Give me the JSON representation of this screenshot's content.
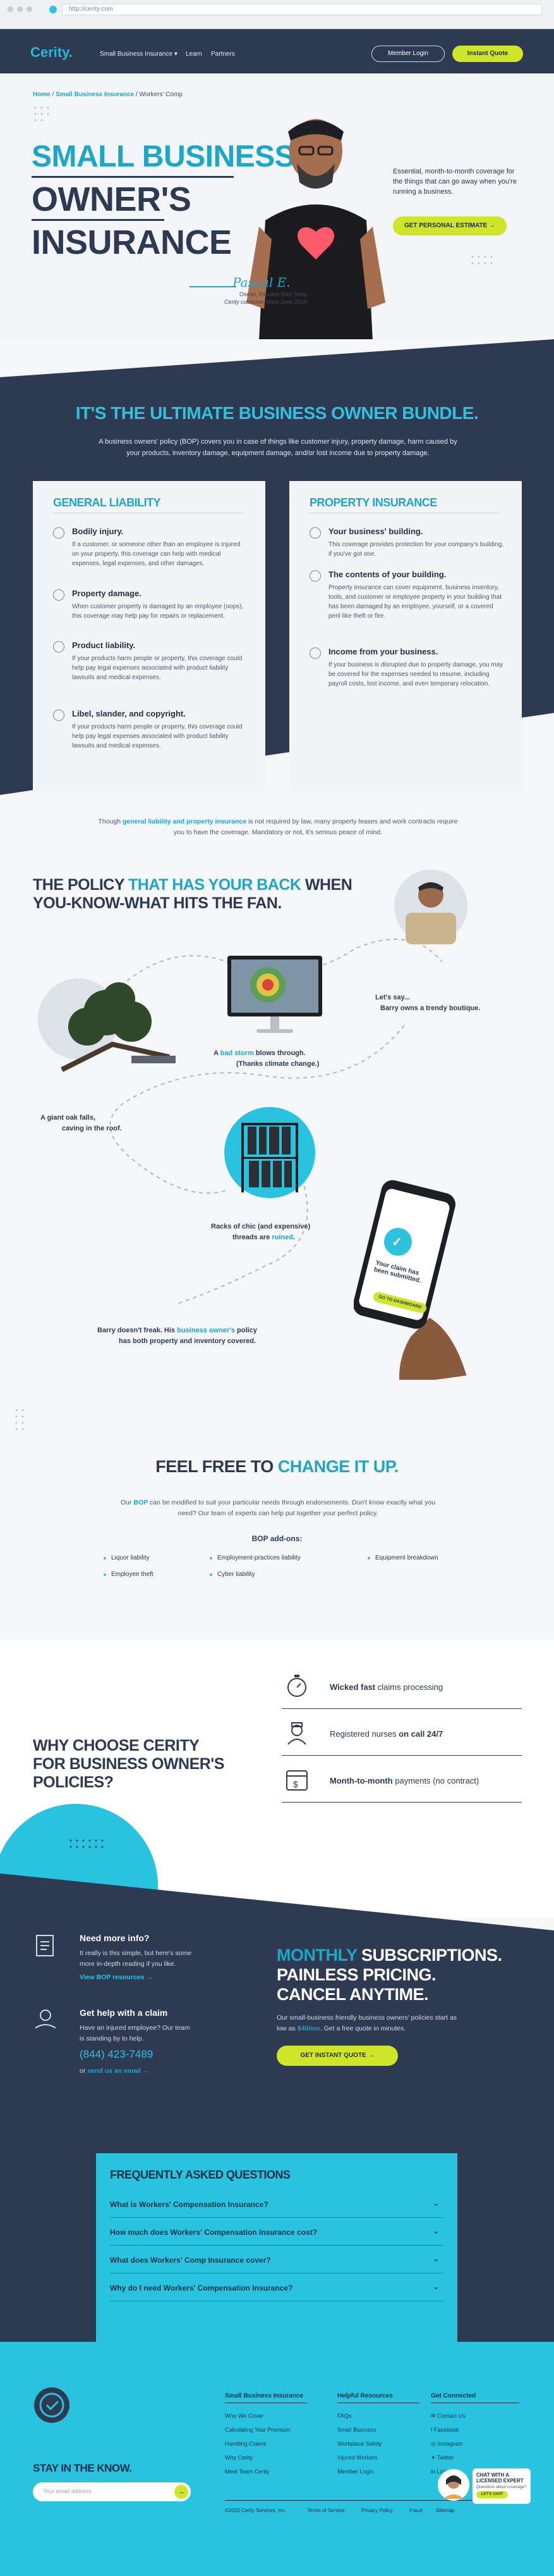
{
  "browser": {
    "url": "http://cerity.com"
  },
  "nav": {
    "logo": "Cerity.",
    "links": [
      "Small Business Insurance ▾",
      "Learn",
      "Partners"
    ],
    "member_login": "Member Login",
    "instant_quote": "Instant Quote"
  },
  "breadcrumb": {
    "items": [
      "Home",
      "Small Business Insurance",
      "Workers' Comp"
    ],
    "sep": "/"
  },
  "hero": {
    "title_line1": "SMALL BUSINESS",
    "title_line2": "OWNER'S",
    "title_line3": "INSURANCE",
    "signature": "Pascal E.",
    "caption_line1": "Owner, Revolve Bike Shop",
    "caption_line2": "Cerity customer since June 2019",
    "copy": "Essential, month-to-month coverage for the things that can go away when you're running a business.",
    "cta": "GET PERSONAL ESTIMATE →"
  },
  "bundle": {
    "title": "IT'S THE ULTIMATE BUSINESS OWNER BUNDLE.",
    "text": "A business owners' policy (BOP) covers you in case of things like customer injury, property damage, harm caused by your products, inventory damage, equipment damage, and/or lost income due to property damage."
  },
  "general_liability": {
    "title": "GENERAL LIABILITY",
    "items": [
      {
        "h": "Bodily injury.",
        "p": "If a customer, or someone other than an employee is injured on your property, this coverage can help with medical expenses, legal expenses, and other damages."
      },
      {
        "h": "Property damage.",
        "p": "When customer property is damaged by an employee (oops), this coverage may help pay for repairs or replacement."
      },
      {
        "h": "Product liability.",
        "p": "If your products harm people or property, this coverage could help pay legal expenses associated with product liability lawsuits and medical expenses."
      },
      {
        "h": "Libel, slander, and copyright.",
        "p": "If your products harm people or property, this coverage could help pay legal expenses associated with product liability lawsuits and medical expenses."
      }
    ]
  },
  "property_insurance": {
    "title": "PROPERTY INSURANCE",
    "items": [
      {
        "h": "Your business' building.",
        "p": "This coverage provides protection for your company's building, if you've got one."
      },
      {
        "h": "The contents of your building.",
        "p": "Property insurance can cover equipment, business inventory, tools, and customer or employee property in your building that has been damaged by an employee, yourself, or a covered peril like theft or fire."
      },
      {
        "h": "Income from your business.",
        "p": "If your business is disrupted due to property damage, you may be covered for the expenses needed to resume, including payroll costs, lost income, and even temporary relocation."
      }
    ]
  },
  "note": {
    "pre": "Though ",
    "bold": "general liability and property insurance",
    "post": " is not required by law, many property leases and work contracts require you to have the coverage. Mandatory or not, it's serious peace of mind."
  },
  "story": {
    "title_a": "THE POLICY ",
    "title_b": "THAT HAS YOUR BACK",
    "title_c": " WHEN",
    "title_d": "YOU-KNOW-WHAT HITS THE FAN.",
    "cap_barry_1": "Let's say...",
    "cap_barry_2": "Barry owns a trendy boutique.",
    "cap_storm_pre": "A ",
    "cap_storm_bold": "bad storm",
    "cap_storm_post": " blows through.",
    "cap_storm_2": "(Thanks climate change.)",
    "cap_tree_1": "A giant oak falls,",
    "cap_tree_2": "caving in the roof.",
    "cap_racks_1": "Racks of chic (and expensive)",
    "cap_racks_2_pre": "threads are ",
    "cap_racks_2_bold": "ruined",
    "cap_racks_2_post": ".",
    "cap_final_pre": "Barry doesn't freak. His ",
    "cap_final_bold": "business owner's",
    "cap_final_post": " policy",
    "cap_final_2": "has both property and inventory covered.",
    "phone_text": "Your claim has been submitted.",
    "phone_button": "GO TO DASHBOARD"
  },
  "addons": {
    "title_a": "FEEL FREE TO ",
    "title_b": "CHANGE IT UP.",
    "text_pre": "Our ",
    "text_bold": "BOP",
    "text_post": " can be modified to suit your particular needs through endorsements. Don't know exactly what you need? Our team of experts can help put together your perfect policy.",
    "subtitle": "BOP add-ons:",
    "items": [
      "Liquor liability",
      "Employee theft",
      "Employment-practices liability",
      "Cyber liability",
      "Equipment breakdown"
    ]
  },
  "why": {
    "title_line1": "WHY CHOOSE CERITY",
    "title_line2": "FOR BUSINESS OWNER'S",
    "title_line3": "POLICIES?",
    "row1_bold": "Wicked fast",
    "row1_rest": " claims processing",
    "row2_pre": "Registered nurses ",
    "row2_bold": "on call 24/7",
    "row3_bold": "Month-to-month",
    "row3_rest": " payments (no contract)"
  },
  "info": {
    "more_h": "Need more info?",
    "more_p": "It really is this simple, but here's some more in-depth reading if you like.",
    "more_link": "View BOP resources →",
    "claim_h": "Get help with a claim",
    "claim_p": "Have an injured employee? Our team is standing by to help.",
    "phone": "(844) 423-7489",
    "email_pre": "or ",
    "email_link": "send us an email →",
    "promo_a": "MONTHLY",
    "promo_b": " SUBSCRIPTIONS.",
    "promo_line2": "PAINLESS PRICING.",
    "promo_line3": "CANCEL ANYTIME.",
    "promo_p_pre": "Our small-business friendly business owners' policies start as low as ",
    "promo_price": "$40/mo",
    "promo_p_post": ". Get a free quote in minutes.",
    "cta": "GET INSTANT QUOTE →"
  },
  "faq": {
    "title": "FREQUENTLY ASKED QUESTIONS",
    "items": [
      "What is Workers' Compensation Insurance?",
      "How much does Workers' Compensation Insurance cost?",
      "What does Workers' Comp Insurance cover?",
      "Why do I need Workers' Compensation Insurance?"
    ]
  },
  "footer": {
    "stay_title": "STAY IN THE KNOW.",
    "email_placeholder": "Your email address",
    "col1_title": "Small Business Insurance",
    "col1": [
      "Who We Cover",
      "Calculating Your Premium",
      "Handling Claims",
      "Why Cerity",
      "Meet Team Cerity"
    ],
    "col2_title": "Helpful Resources",
    "col2": [
      "FAQs",
      "Small Business",
      "Workplace Safety",
      "Injured Workers",
      "Member Login"
    ],
    "col3_title": "Get Connected",
    "col3": [
      "Contact Us",
      "Facebook",
      "Instagram",
      "Twitter",
      "LinkedIn"
    ],
    "copyright": "©2020 Cerity Services, Inc.",
    "legal": [
      "Terms of Service",
      "Privacy Policy",
      "Fraud",
      "Sitemap"
    ],
    "chat_line1": "CHAT WITH A",
    "chat_line2": "LICENSED EXPERT",
    "chat_sub": "Questions about coverage?",
    "chat_btn": "LET'S CHAT"
  }
}
